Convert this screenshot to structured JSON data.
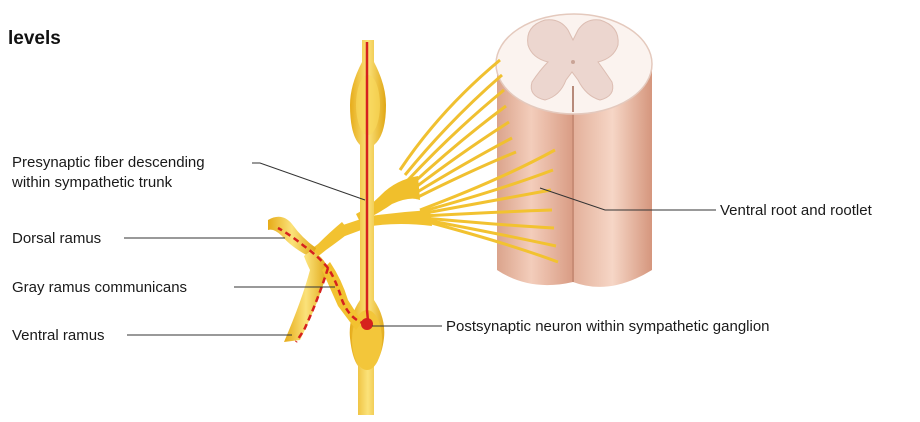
{
  "heading": "levels",
  "labels": {
    "presynaptic_line1": "Presynaptic fiber descending",
    "presynaptic_line2": "within sympathetic trunk",
    "dorsal_ramus": "Dorsal ramus",
    "gray_ramus": "Gray ramus communicans",
    "ventral_ramus": "Ventral ramus",
    "ventral_root": "Ventral root and rootlet",
    "postsynaptic_neuron": "Postsynaptic neuron within sympathetic ganglion"
  },
  "colors": {
    "nerve_yellow": "#f2c230",
    "nerve_highlight": "#fbe27a",
    "fiber_red": "#d6211e",
    "cord_pink": "#efc4b0",
    "cord_shadow": "#d9a48e",
    "gray_matter": "#f3e3de",
    "white_matter": "#fbf3ef"
  }
}
